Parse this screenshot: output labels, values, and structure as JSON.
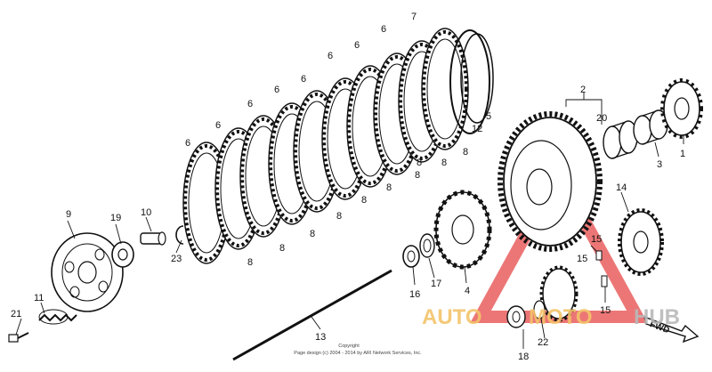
{
  "colors": {
    "line": "#111111",
    "watermark_red": "#e64848",
    "watermark_yellow": "#f3c46a",
    "watermark_grey": "#b9b9b9"
  },
  "callouts": {
    "c1": "1",
    "c2": "2",
    "c3": "3",
    "c4": "4",
    "c5": "5",
    "c6": "6",
    "c7": "7",
    "c8": "8",
    "c9": "9",
    "c10": "10",
    "c11": "11",
    "c12": "12",
    "c13": "13",
    "c14": "14",
    "c15": "15",
    "c16": "16",
    "c17": "17",
    "c18": "18",
    "c19": "19",
    "c20": "20",
    "c21": "21",
    "c22": "22",
    "c23": "23"
  },
  "watermark": {
    "auto": "AUTO",
    "moto": "MOTO",
    "hub": "HUB"
  },
  "fwd_label": "FWD",
  "copyright": {
    "line1": "Copyright",
    "line2": "Page design (c) 2004 - 2014 by ARI Network Services, Inc."
  }
}
